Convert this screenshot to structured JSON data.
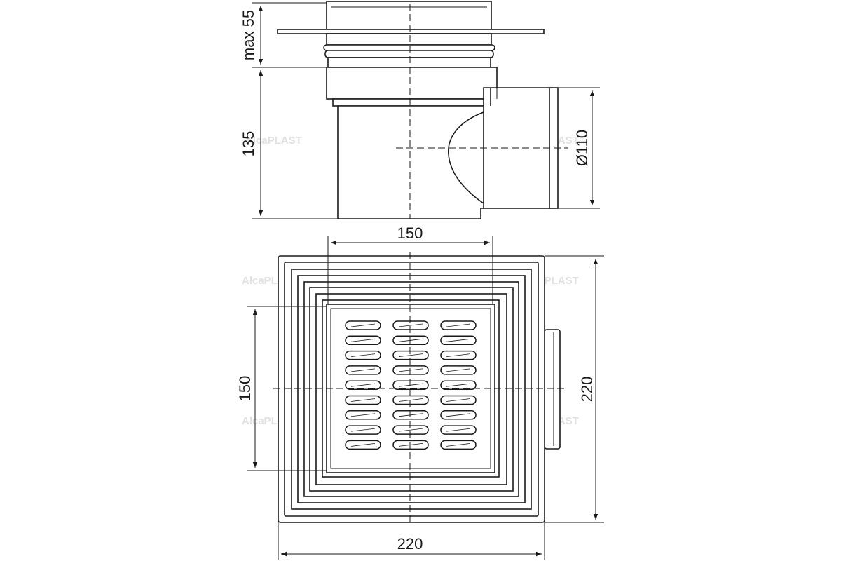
{
  "dimensions": {
    "side_max_height": "max 55",
    "side_body_height": "135",
    "outlet_diameter": "Ø110",
    "grate_width": "150",
    "grate_height": "150",
    "body_width": "220",
    "body_height": "220"
  },
  "watermark": "AlcaPLAST",
  "colors": {
    "line": "#1a1a1a",
    "watermark": "#c9c9c9",
    "background": "#ffffff"
  }
}
